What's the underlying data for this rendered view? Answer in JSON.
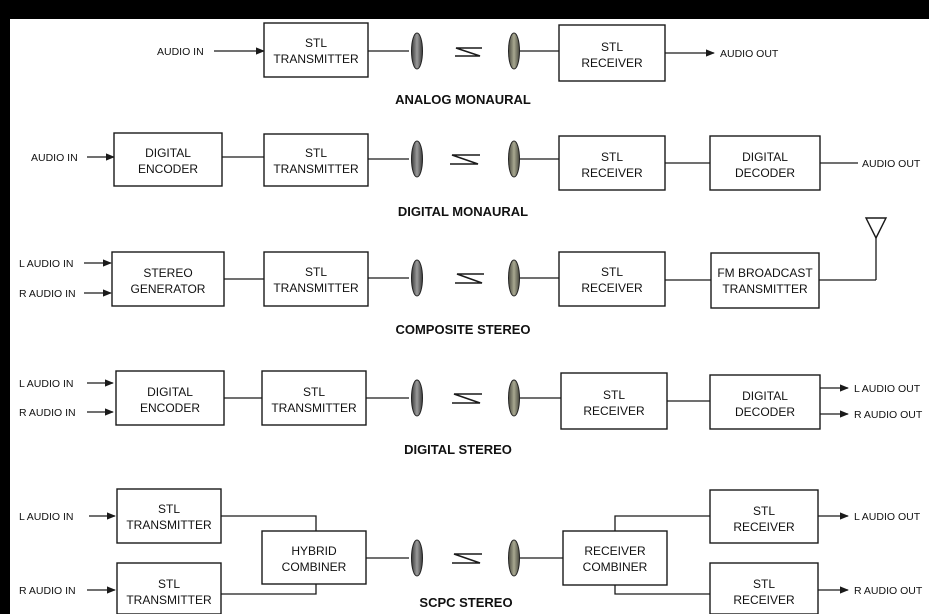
{
  "colors": {
    "frame": "#000000",
    "ink": "#1a1a1a",
    "antenna": "#5a5a5a"
  },
  "icons": {
    "link": "microwave-link-icon",
    "antenna": "broadcast-antenna-icon"
  },
  "sections": [
    {
      "title": "ANALOG MONAURAL",
      "inputs": [
        "AUDIO IN"
      ],
      "boxes": [
        [
          "STL",
          "TRANSMITTER"
        ],
        [
          "STL",
          "RECEIVER"
        ]
      ],
      "outputs": [
        "AUDIO OUT"
      ]
    },
    {
      "title": "DIGITAL MONAURAL",
      "inputs": [
        "AUDIO IN"
      ],
      "boxes": [
        [
          "DIGITAL",
          "ENCODER"
        ],
        [
          "STL",
          "TRANSMITTER"
        ],
        [
          "STL",
          "RECEIVER"
        ],
        [
          "DIGITAL",
          "DECODER"
        ]
      ],
      "outputs": [
        "AUDIO OUT"
      ]
    },
    {
      "title": "COMPOSITE STEREO",
      "inputs": [
        "L AUDIO IN",
        "R AUDIO IN"
      ],
      "boxes": [
        [
          "STEREO",
          "GENERATOR"
        ],
        [
          "STL",
          "TRANSMITTER"
        ],
        [
          "STL",
          "RECEIVER"
        ],
        [
          "FM BROADCAST",
          "TRANSMITTER"
        ]
      ],
      "outputs": []
    },
    {
      "title": "DIGITAL STEREO",
      "inputs": [
        "L AUDIO IN",
        "R AUDIO IN"
      ],
      "boxes": [
        [
          "DIGITAL",
          "ENCODER"
        ],
        [
          "STL",
          "TRANSMITTER"
        ],
        [
          "STL",
          "RECEIVER"
        ],
        [
          "DIGITAL",
          "DECODER"
        ]
      ],
      "outputs": [
        "L AUDIO OUT",
        "R AUDIO OUT"
      ]
    },
    {
      "title": "SCPC STEREO",
      "inputs": [
        "L AUDIO IN",
        "R AUDIO IN"
      ],
      "boxes": [
        [
          "STL",
          "TRANSMITTER"
        ],
        [
          "STL",
          "TRANSMITTER"
        ],
        [
          "HYBRID",
          "COMBINER"
        ],
        [
          "RECEIVER",
          "COMBINER"
        ],
        [
          "STL",
          "RECEIVER"
        ],
        [
          "STL",
          "RECEIVER"
        ]
      ],
      "outputs": [
        "L AUDIO OUT",
        "R AUDIO OUT"
      ]
    }
  ]
}
